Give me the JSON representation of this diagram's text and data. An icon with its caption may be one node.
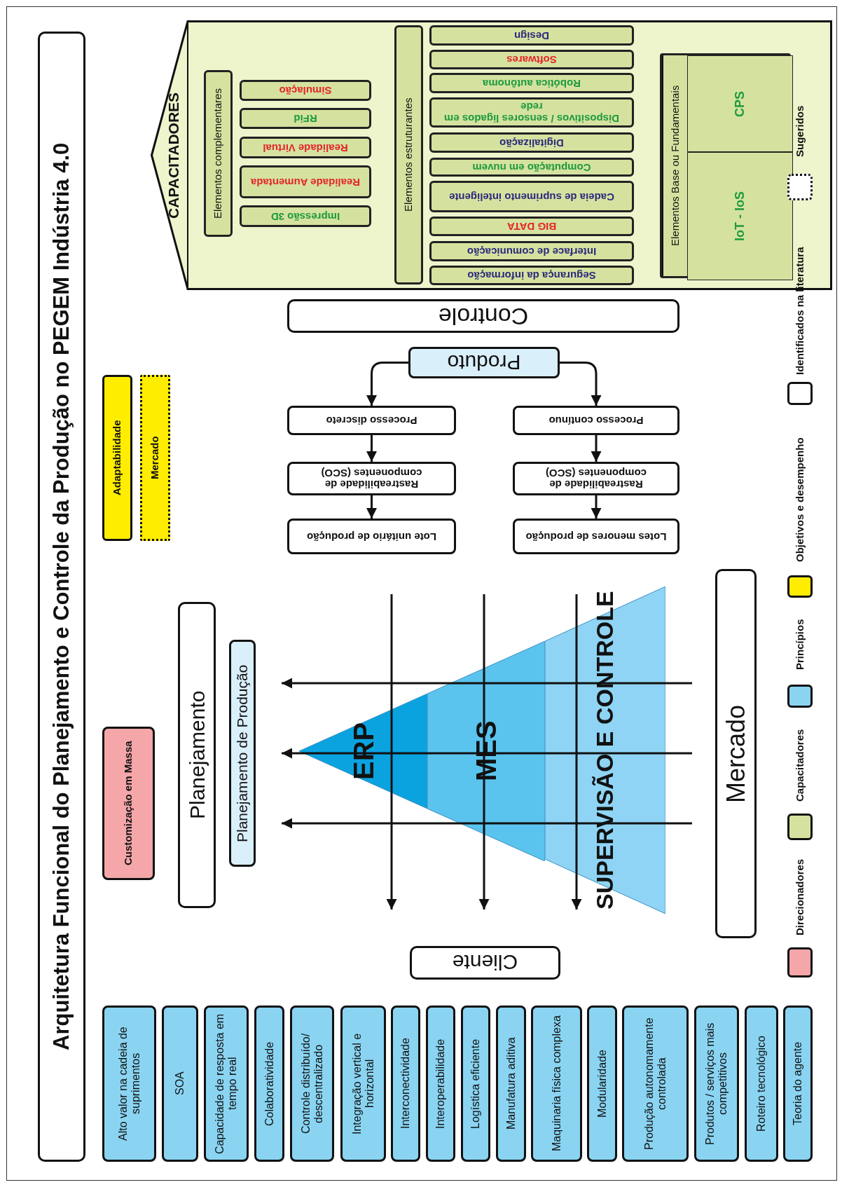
{
  "diagram": {
    "title": "Arquitetura Funcional do Planejamento e Controle da Produção no PEGEM Indústria 4.0",
    "nodes": [
      {
        "text": [
          "CAPACITADORES"
        ]
      },
      {
        "text": [
          "Elementos complementares"
        ],
        "in": 0
      },
      {
        "text": [
          "Impressão 3D"
        ],
        "in": 0
      },
      {
        "text": [
          "Realidade Aumentada"
        ],
        "in": 0
      },
      {
        "text": [
          "Realidade Virtual"
        ],
        "in": 0
      },
      {
        "text": [
          "RFid"
        ],
        "in": 0
      },
      {
        "text": [
          "Simulação"
        ],
        "in": 0
      },
      {
        "text": [
          "Elementos estruturantes"
        ],
        "in": 0
      },
      {
        "text": [
          "Segurança da informação"
        ],
        "in": 0
      },
      {
        "text": [
          "Interface de comunicação"
        ],
        "in": 0
      },
      {
        "text": [
          "BIG DATA"
        ],
        "in": 0
      },
      {
        "text": [
          "Cadeia de suprimento inteligente"
        ],
        "in": 0
      },
      {
        "text": [
          "Computação em nuvem"
        ],
        "in": 0
      },
      {
        "text": [
          "Digitalização"
        ],
        "in": 0
      },
      {
        "text": [
          "Dispositivos / sensores ligados em rede"
        ],
        "in": 0
      },
      {
        "text": [
          "Robótica autônoma"
        ],
        "in": 0
      },
      {
        "text": [
          "Softwares"
        ],
        "in": 0
      },
      {
        "text": [
          "Design"
        ],
        "in": 0
      },
      {
        "text": [
          "Elementos Base ou Fundamentais"
        ],
        "in": 0
      },
      {
        "text": [
          "IoT - IoS"
        ],
        "in": 18
      },
      {
        "text": [
          "CPS"
        ],
        "in": 18
      },
      {
        "text": [
          "Controle"
        ]
      },
      {
        "text": [
          "Produto"
        ]
      },
      {
        "text": [
          "Processo discreto"
        ]
      },
      {
        "text": [
          "Processo contínuo"
        ]
      },
      {
        "text": [
          "Rastreabilidade de componentes (SCO)"
        ]
      },
      {
        "text": [
          "Rastreabilidade de componentes (SCO)"
        ]
      },
      {
        "text": [
          "Lote unitário de produção"
        ]
      },
      {
        "text": [
          "Lotes menores de produção"
        ]
      },
      {
        "text": [
          "Adaptabilidade"
        ]
      },
      {
        "text": [
          "Mercado"
        ]
      },
      {
        "text": [
          "Customização em Massa"
        ]
      },
      {
        "text": [
          "Planejamento"
        ]
      },
      {
        "text": [
          "Planejamento de Produção"
        ]
      },
      {
        "text": [
          "ERP"
        ]
      },
      {
        "text": [
          "MES"
        ]
      },
      {
        "text": [
          "SUPERVISÃO E CONTROLE"
        ]
      },
      {
        "text": [
          "Mercado"
        ]
      },
      {
        "text": [
          "Cliente"
        ]
      },
      {
        "text": [
          "Alto valor na cadeia de suprimentos"
        ]
      },
      {
        "text": [
          "SOA"
        ]
      },
      {
        "text": [
          "Capacidade de resposta em tempo real"
        ]
      },
      {
        "text": [
          "Colaboratividade"
        ]
      },
      {
        "text": [
          "Controle distribuído/ descentralizado"
        ]
      },
      {
        "text": [
          "Integração vertical e horizontal"
        ]
      },
      {
        "text": [
          "Interconectividade"
        ]
      },
      {
        "text": [
          "Interoperabilidade"
        ]
      },
      {
        "text": [
          "Logística eficiente"
        ]
      },
      {
        "text": [
          "Manufatura aditiva"
        ]
      },
      {
        "text": [
          "Maquinaria física complexa"
        ]
      },
      {
        "text": [
          "Modularidade"
        ]
      },
      {
        "text": [
          "Produção autonomamente controlada"
        ]
      },
      {
        "text": [
          "Produtos / serviços mais competitivos"
        ]
      },
      {
        "text": [
          "Roteiro tecnológico"
        ]
      },
      {
        "text": [
          "Teoria do agente"
        ]
      }
    ],
    "edges": [
      {
        "from": 22,
        "to": 23,
        "arrow": "to"
      },
      {
        "from": 22,
        "to": 24,
        "arrow": "to"
      },
      {
        "from": 23,
        "to": 25,
        "arrow": "to"
      },
      {
        "from": 24,
        "to": 26,
        "arrow": "to"
      },
      {
        "from": 25,
        "to": 27,
        "arrow": "to"
      },
      {
        "from": 26,
        "to": 28,
        "arrow": "to"
      }
    ],
    "legend": [
      {
        "text": "Direcionadores",
        "color": "#f4a6a8"
      },
      {
        "text": "Capacitadores",
        "color": "#d5e29f"
      },
      {
        "text": "Princípios",
        "color": "#8ad4f2"
      },
      {
        "text": "Objetivos e desempenho",
        "color": "#ffed00"
      },
      {
        "text": "Identificados na literatura",
        "color": "#ffffff"
      },
      {
        "text": "Sugeridos"
      }
    ]
  }
}
